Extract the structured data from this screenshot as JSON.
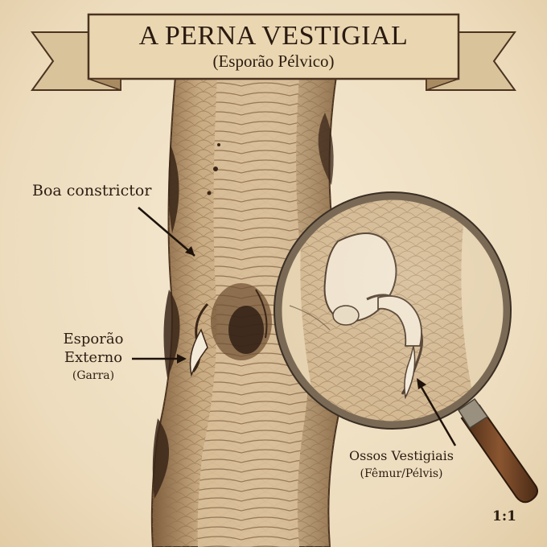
{
  "banner": {
    "title": "A PERNA VESTIGIAL",
    "subtitle": "(Esporão Pélvico)"
  },
  "labels": {
    "boa": "Boa constrictor",
    "spur_line1": "Esporão",
    "spur_line2": "Externo",
    "spur_note": "(Garra)",
    "bones_title": "Ossos Vestigiais",
    "bones_note": "(Fêmur/Pélvis)",
    "scale": "1:1"
  },
  "colors": {
    "parchment": "#efe2c8",
    "ink": "#2b1d12",
    "snake_body": "#c9ab82",
    "snake_shadow": "#8a6a47",
    "banner": "#ead7b2",
    "bone": "#f1e6d2",
    "lens_rim": "#7a6a55",
    "handle": "#6b3f22"
  }
}
